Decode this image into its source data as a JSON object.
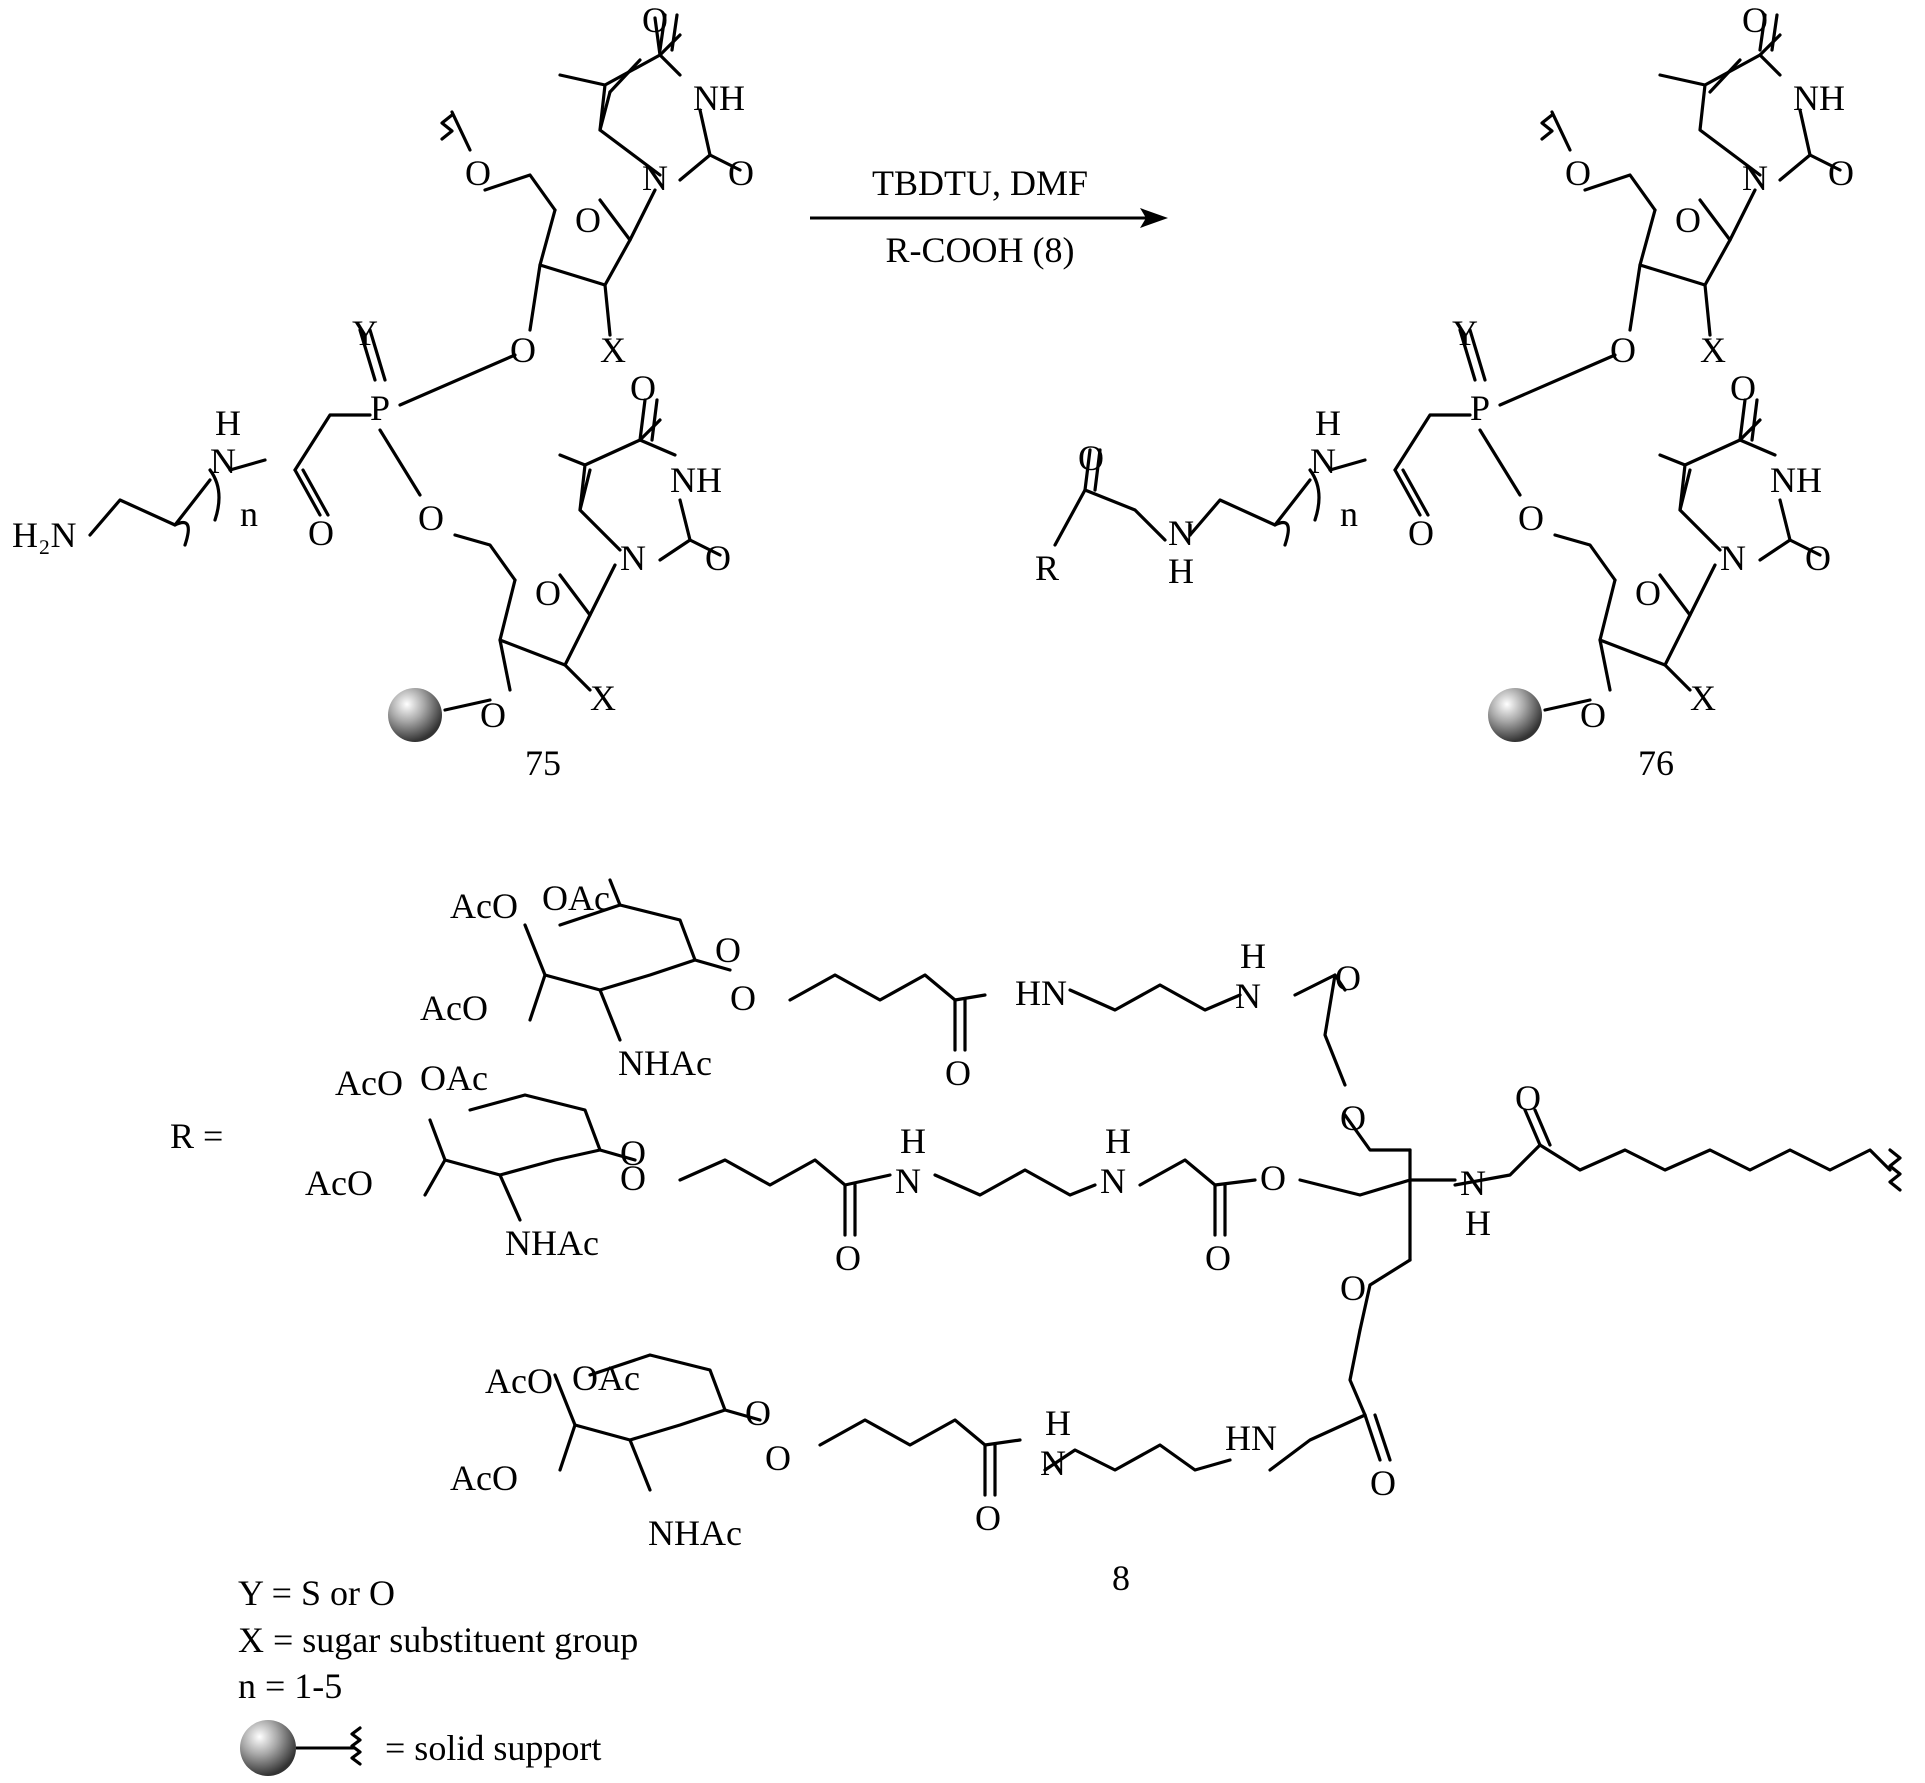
{
  "reaction": {
    "reagent_top": "TBDTU, DMF",
    "reagent_bottom": "R-COOH (8)"
  },
  "compounds": {
    "left_number": "75",
    "right_number": "76",
    "r_group_number": "8"
  },
  "r_label": "R =",
  "atoms": {
    "O": "O",
    "NH": "NH",
    "N": "N",
    "X": "X",
    "Y": "Y",
    "P": "P",
    "H": "H",
    "n": "n",
    "H2N": "H₂N",
    "R": "R",
    "HN": "HN",
    "AcO": "AcO",
    "OAc": "OAc",
    "NHAc": "NHAc"
  },
  "legend": {
    "y_def": "Y = S or O",
    "x_def": "X = sugar substituent group",
    "n_def": "n = 1-5",
    "support_def": "= solid support"
  },
  "colors": {
    "ink": "#000000",
    "support_sphere": "#8c8c8c"
  }
}
